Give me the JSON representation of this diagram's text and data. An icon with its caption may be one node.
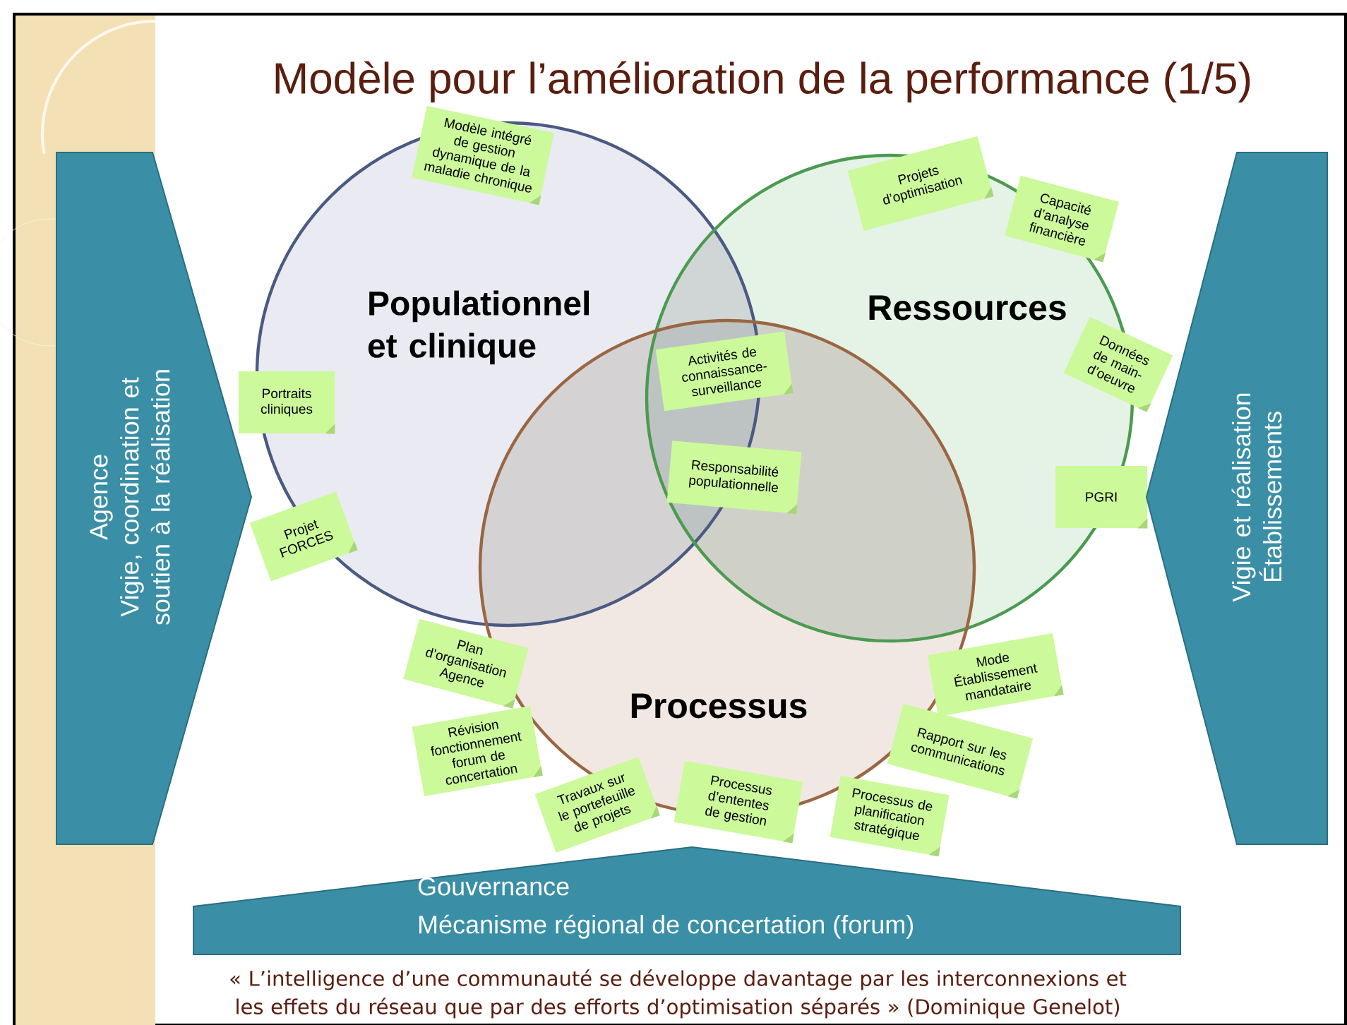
{
  "diagram": {
    "title": "Modèle pour l’amélioration de la performance (1/5)",
    "caption": "« L’intelligence d’une communauté se développe davantage par les interconnexions et les effets du réseau que par des efforts d’optimisation séparés » (Dominique Genelot)",
    "nodes": [
      {
        "text": [
          "Agence",
          "Vigie, coordination et soutien à la réalisation"
        ]
      },
      {
        "text": [
          "Populationnel et clinique"
        ]
      },
      {
        "text": [
          "Ressources"
        ]
      },
      {
        "text": [
          "Processus"
        ]
      },
      {
        "text": [
          "Modèle intégré de gestion dynamique de la maladie chronique"
        ]
      },
      {
        "text": [
          "Portraits cliniques"
        ]
      },
      {
        "text": [
          "Projet FORCES"
        ]
      },
      {
        "text": [
          "Activités de connaissance-surveillance"
        ]
      },
      {
        "text": [
          "Responsabilité populationnelle"
        ]
      },
      {
        "text": [
          "Projets d’optimisation"
        ]
      },
      {
        "text": [
          "Capacité d’analyse financière"
        ]
      },
      {
        "text": [
          "Données de main-d’oeuvre"
        ]
      },
      {
        "text": [
          "PGRI"
        ]
      },
      {
        "text": [
          "Plan d’organisation Agence"
        ]
      },
      {
        "text": [
          "Révision fonctionnement forum de concertation"
        ]
      },
      {
        "text": [
          "Travaux sur le portefeuille de projets"
        ]
      },
      {
        "text": [
          "Processus d’ententes de gestion"
        ]
      },
      {
        "text": [
          "Processus de planification stratégique"
        ]
      },
      {
        "text": [
          "Rapport sur les communications"
        ]
      },
      {
        "text": [
          "Mode Établissement mandataire"
        ]
      },
      {
        "text": [
          "Vigie et réalisation",
          "Établissements"
        ]
      },
      {
        "text": [
          "Gouvernance",
          "Mécanisme régional de concertation (forum)"
        ]
      }
    ]
  }
}
